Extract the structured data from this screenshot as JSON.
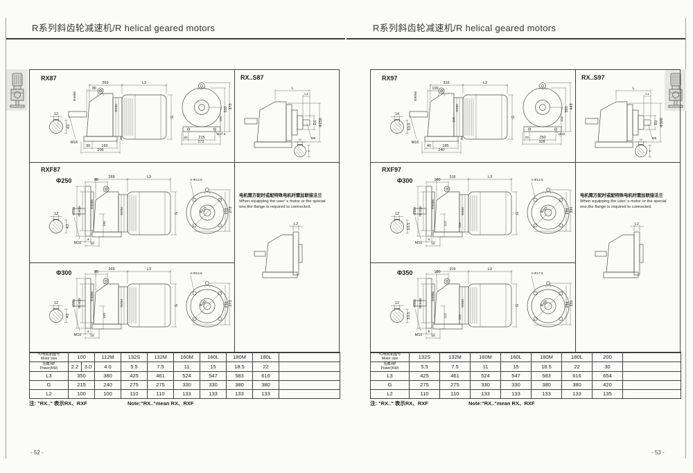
{
  "colors": {
    "paper": "#fbfbf8",
    "line": "#3e3e3e",
    "text": "#222222",
    "panel_gray": "#e7e7e3"
  },
  "pages": [
    {
      "header": "R系列斜齿轮减速机/R helical geared motors",
      "footer": "- 52 -",
      "rx": {
        "title": "RX87",
        "dims": {
          "key_w": "12",
          "key_h": "43",
          "top1": "269",
          "top2": "L3",
          "front_off": "80",
          "shaft_dia": "Φ40k6",
          "tap": "M16",
          "b1": "30",
          "b2": "160",
          "b3": "206",
          "foot_h": "30",
          "bell_dia": "Φ250",
          "off_v2": "",
          "motor_g": "G",
          "fv_h1": "333",
          "fv_h2": "373",
          "fv_h3": "100",
          "fv_b1": "60",
          "fv_b2": "215",
          "fv_b3": "272",
          "fv_hole": "Φ17.5"
        }
      },
      "rxs": {
        "title": "RX..S87",
        "dims": {
          "L": "L",
          "L1": "L1",
          "D1": "D1",
          "dia": "Φ250",
          "tap": "M6",
          "U": "U",
          "T": "T"
        }
      },
      "rxf": {
        "title": "RXF87",
        "variants": [
          {
            "subtitle": "Φ250",
            "dims": {
              "key_w": "12",
              "key_h": "43",
              "top1": "269",
              "top2": "L3",
              "front_off": "80",
              "flange_od": "Φ250",
              "spigot": "Φ180j6",
              "shaft_dia": "Φ40k6",
              "tap": "M16",
              "b1": "4",
              "b2": "15",
              "off_v": "100",
              "bell_dia": "Φ250",
              "off_v2": "",
              "motor_g": "G",
              "holes": "4-Φ13.5",
              "bolt_circle": "Φ215",
              "fv_h1": "233",
              "fv_h2": "273"
            }
          },
          {
            "subtitle": "Φ300",
            "dims": {
              "key_w": "12",
              "key_h": "43",
              "top1": "269",
              "top2": "L3",
              "front_off": "80",
              "flange_od": "Φ300",
              "spigot": "Φ230j6",
              "shaft_dia": "Φ40k6",
              "tap": "M16",
              "b1": "4",
              "b2": "16",
              "off_v": "100",
              "bell_dia": "Φ250",
              "off_v2": "",
              "motor_g": "G",
              "holes": "4-Φ13.5",
              "bolt_circle": "Φ265",
              "fv_h1": "233",
              "fv_h2": "273"
            }
          }
        ]
      },
      "flange_note": {
        "cn": "电机需方配时或配特殊电机时需加联接法兰",
        "en1": "When equipping the user' s motor or the special",
        "en2": "one,the flange is required to connected.",
        "l2": "L2"
      },
      "table": {
        "h_size_cn": "Y2电机机座号",
        "h_size_en": "Motor size",
        "h_pow_cn": "功率/4P",
        "h_pow_en": "Power(KW)",
        "sizes": [
          "100",
          "112M",
          "132S",
          "132M",
          "160M",
          "160L",
          "180M",
          "180L"
        ],
        "power": [
          "2.2",
          "3.0",
          "4.0",
          "5.5",
          "7.5",
          "11",
          "15",
          "18.5",
          "22"
        ],
        "rows": [
          {
            "label": "L3",
            "values": [
              "350",
              "380",
              "425",
              "461",
              "524",
              "547",
              "583",
              "616"
            ]
          },
          {
            "label": "G",
            "values": [
              "215",
              "240",
              "275",
              "275",
              "330",
              "330",
              "380",
              "380"
            ]
          },
          {
            "label": "L2",
            "values": [
              "100",
              "100",
              "110",
              "110",
              "133",
              "133",
              "133",
              "133"
            ]
          }
        ]
      },
      "bottom_note_cn": "注: \"RX..\" 表示RX、RXF",
      "bottom_note_en": "Note:\"RX..\"mean RX、RXF"
    },
    {
      "header": "R系列斜齿轮减速机/R helical geared motors",
      "footer": "- 53 -",
      "rx": {
        "title": "RX97",
        "dims": {
          "key_w": "14",
          "key_h": "53.5",
          "top1": "316",
          "top2": "L3",
          "front_off": "100",
          "shaft_dia": "Φ50k6",
          "tap": "M16",
          "b1": "40",
          "b2": "185",
          "b3": "240",
          "foot_h": "30",
          "bell_dia": "Φ300",
          "off_v2": "116",
          "motor_g": "G",
          "fv_h1": "393",
          "fv_h2": "443",
          "fv_h3": "112",
          "fv_b1": "70",
          "fv_b2": "250",
          "fv_b3": "328",
          "fv_hole": "Φ22"
        }
      },
      "rxs": {
        "title": "RX..S97",
        "dims": {
          "L": "L",
          "L1": "L1",
          "D1": "D1",
          "dia": "Φ300",
          "tap": "M6",
          "U": "U",
          "T": "T"
        }
      },
      "rxf": {
        "title": "RXF97",
        "variants": [
          {
            "subtitle": "Φ300",
            "dims": {
              "key_w": "12",
              "key_h": "53.5",
              "top1": "316",
              "top2": "L3",
              "front_off": "100",
              "flange_od": "Φ300",
              "spigot": "Φ230j6",
              "shaft_dia": "Φ50k6",
              "tap": "M16",
              "b1": "4",
              "b2": "18",
              "off_v": "112",
              "bell_dia": "Φ300",
              "off_v2": "116",
              "motor_g": "G",
              "holes": "4-Φ13.5",
              "bolt_circle": "Φ265",
              "fv_h1": "284",
              "fv_h2": "331"
            }
          },
          {
            "subtitle": "Φ350",
            "dims": {
              "key_w": "12",
              "key_h": "53.5",
              "top1": "316",
              "top2": "L3",
              "front_off": "100",
              "flange_od": "Φ350",
              "spigot": "Φ265j6",
              "shaft_dia": "Φ50k6",
              "tap": "M16",
              "b1": "5",
              "b2": "18",
              "off_v": "112",
              "bell_dia": "Φ300",
              "off_v2": "116",
              "motor_g": "G",
              "holes": "4-Φ17.5",
              "bolt_circle": "Φ300",
              "fv_h1": "284",
              "fv_h2": "331"
            }
          }
        ]
      },
      "flange_note": {
        "cn": "电机需方配时或配特殊电机时需加联接法兰",
        "en1": "When equipping the user' s motor or the special",
        "en2": "one,the flange is required to connected.",
        "l2": "L2"
      },
      "table": {
        "h_size_cn": "Y2电机机座号",
        "h_size_en": "Motor size",
        "h_pow_cn": "功率/4P",
        "h_pow_en": "Power(KW)",
        "sizes": [
          "132S",
          "132M",
          "160M",
          "160L",
          "180M",
          "180L",
          "200"
        ],
        "power": [
          "5.5",
          "7.5",
          "11",
          "15",
          "18.5",
          "22",
          "30"
        ],
        "rows": [
          {
            "label": "L3",
            "values": [
              "425",
              "461",
              "524",
              "547",
              "583",
              "616",
              "654"
            ]
          },
          {
            "label": "G",
            "values": [
              "275",
              "275",
              "330",
              "330",
              "380",
              "380",
              "420"
            ]
          },
          {
            "label": "L2",
            "values": [
              "110",
              "110",
              "133",
              "133",
              "133",
              "133",
              "135"
            ]
          }
        ]
      },
      "bottom_note_cn": "注: \"RX..\" 表示RX、RXF",
      "bottom_note_en": "Note:\"RX..\"mean RX、RXF"
    }
  ]
}
